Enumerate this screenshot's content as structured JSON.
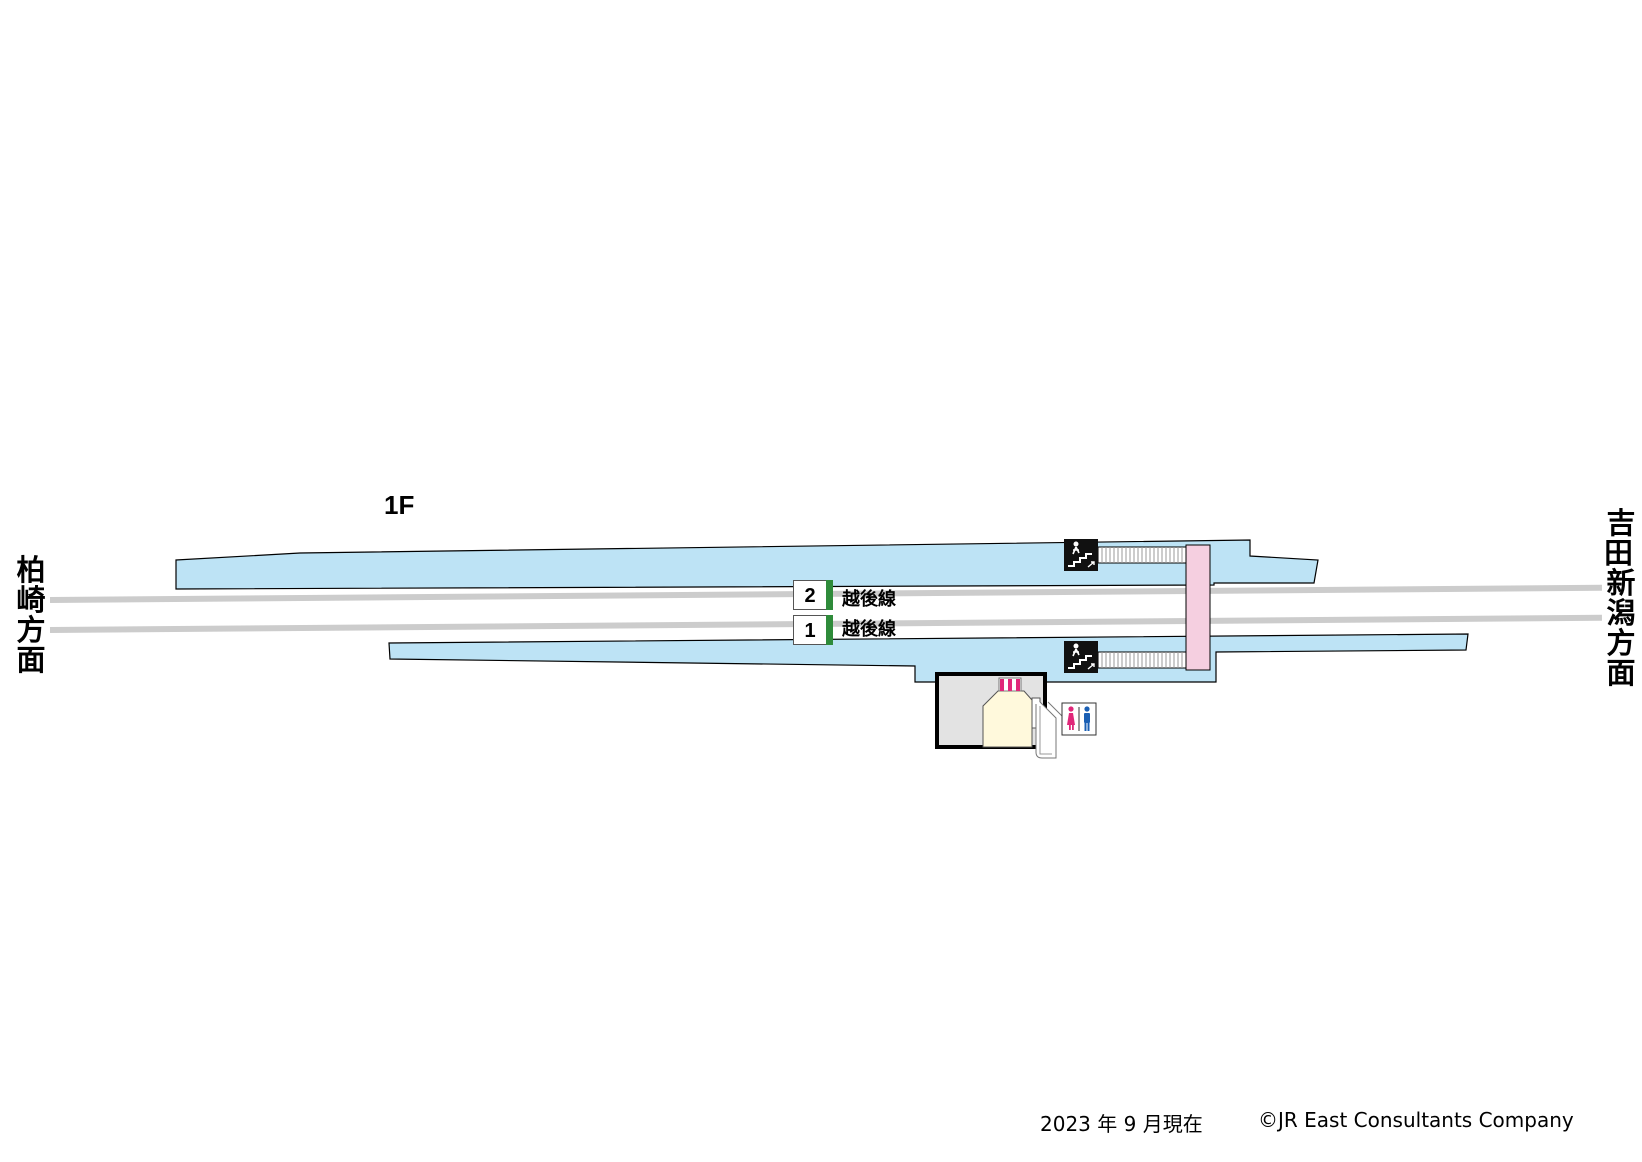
{
  "floor_label": "1F",
  "directions": {
    "left": "柏崎方面",
    "right": "吉田・新潟方面"
  },
  "tracks": [
    {
      "number": "2",
      "line": "越後線"
    },
    {
      "number": "1",
      "line": "越後線"
    }
  ],
  "icons": {
    "stairs": "stairs-icon",
    "restroom": "restroom-icon"
  },
  "colors": {
    "platform": "#bde3f5",
    "track": "#cccccc",
    "overpass": "#f5cfe0",
    "building": "#e3e3e3",
    "ticket_area": "#fff9dc",
    "gates": "#e0287a",
    "track_marker": "#2e8b3a"
  },
  "footer": {
    "date": "2023 年 9 月現在",
    "copyright": "©JR East Consultants Company"
  }
}
